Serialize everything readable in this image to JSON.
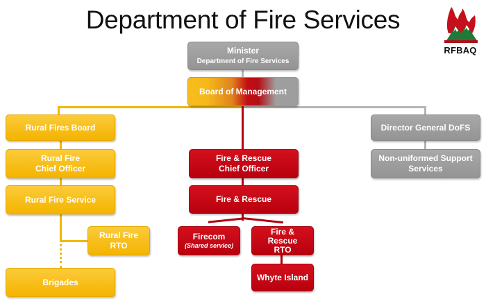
{
  "title": "Department of Fire Services",
  "logo": {
    "text": "RFBAQ",
    "icon": "flame-mountain-logo",
    "colors": [
      "#c4101c",
      "#1f7a3a"
    ]
  },
  "colors": {
    "yellow": "#f4b400",
    "red": "#c0000f",
    "grey": "#9a9a9a"
  },
  "nodes": {
    "minister": {
      "line1": "Minister",
      "line2": "Department of Fire Services"
    },
    "board_of_management": {
      "label": "Board of Management"
    },
    "rural_fires_board": {
      "label": "Rural Fires Board"
    },
    "rural_fire_chief_officer": {
      "line1": "Rural Fire",
      "line2": "Chief Officer"
    },
    "rural_fire_service": {
      "label": "Rural Fire Service"
    },
    "rural_fire_rto": {
      "line1": "Rural Fire",
      "line2": "RTO"
    },
    "brigades": {
      "label": "Brigades"
    },
    "fire_rescue_chief_officer": {
      "line1": "Fire & Rescue",
      "line2": "Chief Officer"
    },
    "fire_rescue": {
      "label": "Fire & Rescue"
    },
    "firecom": {
      "label": "Firecom",
      "note": "(Shared service)"
    },
    "fire_rescue_rto": {
      "line1": "Fire &",
      "line2": "Rescue",
      "line3": "RTO"
    },
    "whyte_island": {
      "label": "Whyte Island"
    },
    "director_general": {
      "label": "Director General DoFS"
    },
    "non_uniformed_support": {
      "line1": "Non-uniformed Support",
      "line2": "Services"
    }
  }
}
